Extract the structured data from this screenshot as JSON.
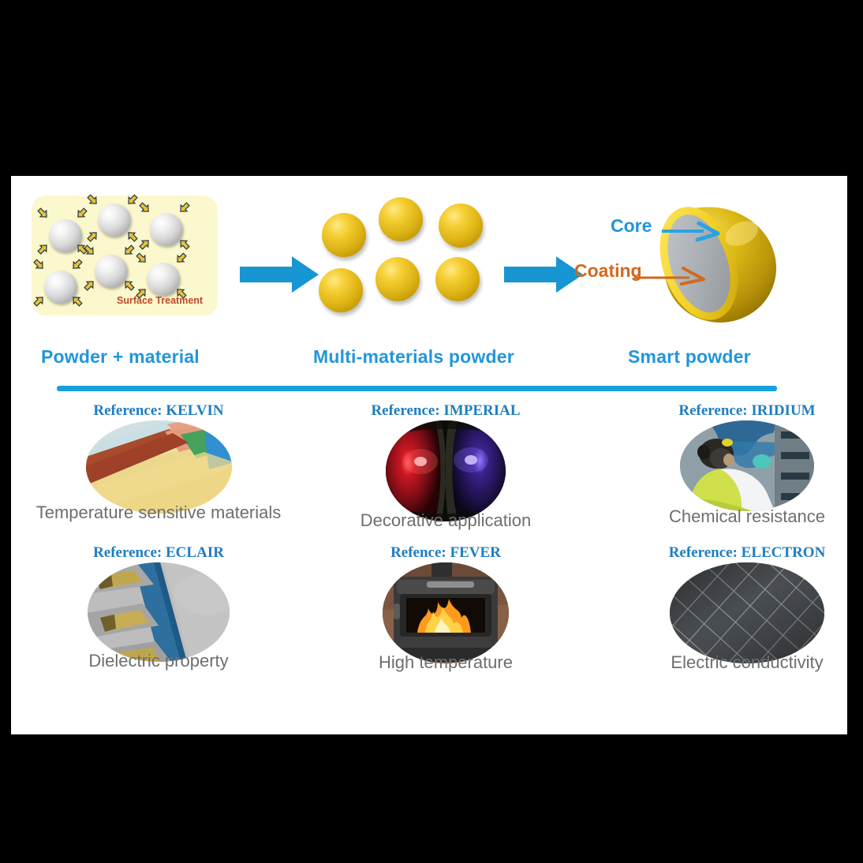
{
  "figure": {
    "background_color": "#000000",
    "panel_color": "#ffffff",
    "accent_blue": "#2196d9",
    "arrow_blue": "#17a0dd",
    "reference_blue": "#1f7ec0",
    "caption_gray": "#6e6e6e",
    "coating_orange": "#d2691e"
  },
  "process": {
    "stages": [
      {
        "id": "powder-material",
        "title": "Powder + material",
        "inner_label": "Surface Treatment"
      },
      {
        "id": "multi-materials-powder",
        "title": "Multi-materials powder"
      },
      {
        "id": "smart-powder",
        "title": "Smart powder",
        "callouts": [
          "Core",
          "Coating"
        ]
      }
    ],
    "arrows": [
      "arrow-right",
      "arrow-right"
    ]
  },
  "callouts": {
    "core": "Core",
    "coating": "Coating"
  },
  "references": [
    [
      {
        "title": "Reference: KELVIN",
        "caption": "Temperature sensitive materials",
        "art": "art-kelvin"
      },
      {
        "title": "Reference: IMPERIAL",
        "caption": "Decorative application",
        "art": "art-imperial"
      },
      {
        "title": "Reference: IRIDIUM",
        "caption": "Chemical resistance",
        "art": "art-iridium"
      }
    ],
    [
      {
        "title": "Reference: ECLAIR",
        "caption": "Dielectric property",
        "art": "art-eclair"
      },
      {
        "title": "Refence: FEVER",
        "caption": "High temperature",
        "art": "art-fever"
      },
      {
        "title": "Reference: ELECTRON",
        "caption": "Electric conductivity",
        "art": "art-electron"
      }
    ]
  ]
}
